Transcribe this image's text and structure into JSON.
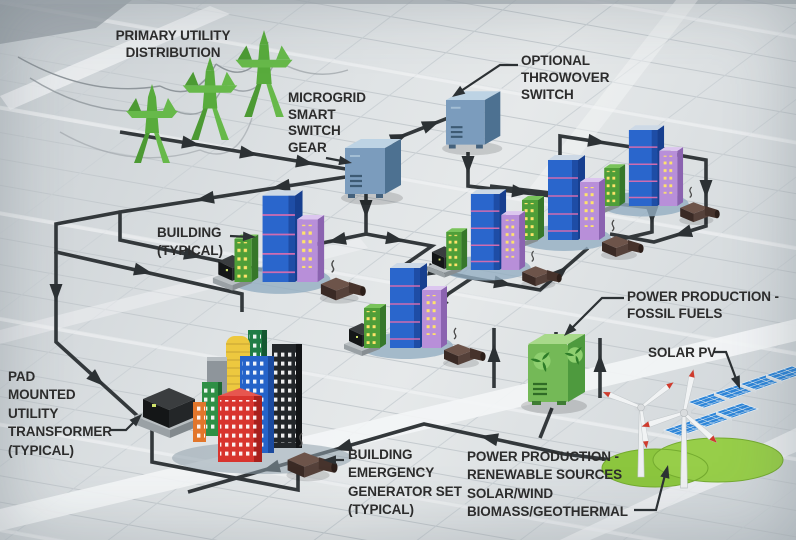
{
  "labels": {
    "primary_utility": {
      "lines": [
        "PRIMARY UTILITY",
        "DISTRIBUTION"
      ]
    },
    "microgrid_switch": {
      "lines": [
        "MICROGRID",
        "SMART",
        "SWITCH",
        "GEAR"
      ]
    },
    "throwover_switch": {
      "lines": [
        "OPTIONAL",
        "THROWOVER",
        "SWITCH"
      ]
    },
    "building_typical": {
      "lines": [
        "BUILDING",
        "(TYPICAL)"
      ]
    },
    "fossil": {
      "lines": [
        "POWER PRODUCTION -",
        "FOSSIL FUELS"
      ]
    },
    "solar_pv": {
      "lines": [
        "SOLAR PV"
      ]
    },
    "pad_transformer": {
      "lines": [
        "PAD",
        "MOUNTED",
        "UTILITY",
        "TRANSFORMER",
        "(TYPICAL)"
      ]
    },
    "emergency_generator": {
      "lines": [
        "BUILDING",
        "EMERGENCY",
        "GENERATOR SET",
        "(TYPICAL)"
      ]
    },
    "renewable": {
      "lines": [
        "POWER PRODUCTION -",
        "RENEWABLE SOURCES",
        "SOLAR/WIND",
        "BIOMASS/GEOTHERMAL"
      ]
    }
  },
  "components": {
    "transmission_towers": {
      "count": 3,
      "color": "#5fae3f"
    },
    "switch_cabinets": {
      "count": 2,
      "color": "#7b9cbd"
    },
    "building_clusters": {
      "count": 5
    },
    "city_block_buildings": {
      "count": 8
    },
    "pad_transformer": {
      "color": "#1b1d1e"
    },
    "generator_sets": {
      "color": "#4a3630"
    },
    "fossil_fuel_cabinet": {
      "color": "#74b957"
    },
    "solar_panels": {
      "count": 7,
      "color": "#2f86d8"
    },
    "wind_turbines": {
      "count": 2
    },
    "green_hill": {
      "color": "#8cc63e"
    }
  },
  "colors": {
    "wire": "#33383b",
    "label_text": "#2c2c2c",
    "background": "#d9dde0",
    "road": "#f3f5f6",
    "building_blue": "#2a66cc",
    "building_purple": "#b88fd9",
    "building_green": "#4f9e38"
  }
}
